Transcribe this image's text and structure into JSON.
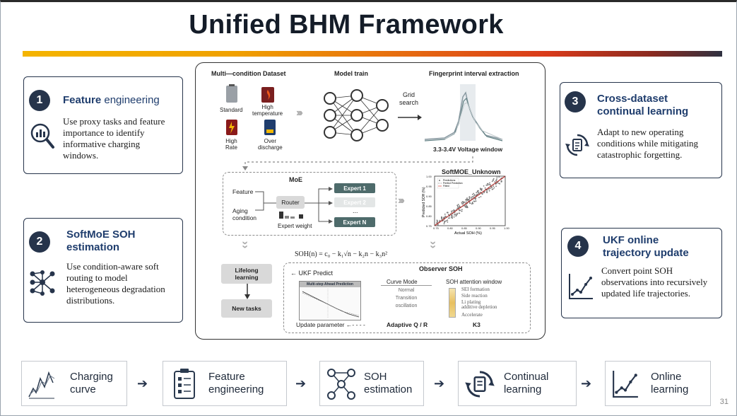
{
  "title": "Unified BHM Framework",
  "cards": [
    {
      "num": "1",
      "title_bold": "Feature",
      "title_rest": " engineering",
      "body": "Use proxy tasks and feature importance to identify informative charging windows.",
      "icon": "magnifier-chart-icon"
    },
    {
      "num": "2",
      "title_bold": "SoftMoE SOH",
      "title_rest": "estimation",
      "body": "Use condition-aware soft routing to model heterogeneous degradation distributions.",
      "icon": "network-graph-icon"
    },
    {
      "num": "3",
      "title_bold": "Cross-dataset",
      "title_rest": "continual learning",
      "body": "Adapt to new operating conditions while mitigating catastrophic forgetting.",
      "icon": "cycle-clipboard-icon"
    },
    {
      "num": "4",
      "title_bold": "UKF online",
      "title_rest": "trajectory update",
      "body": "Convert point SOH observations into recursively updated life trajectories.",
      "icon": "trend-chart-icon"
    }
  ],
  "center": {
    "h_dataset": "Multi—condition Dataset",
    "h_model": "Model train",
    "h_finger": "Fingerprint interval extraction",
    "conds": [
      "Standard",
      "High\ntemperature",
      "High\nRate",
      "Over\ndischarge"
    ],
    "grid": "Grid\nsearch",
    "voltage": "3.3-3.4V Voltage window",
    "moe": "MoE",
    "feature": "Feature",
    "aging": "Aging\ncondition",
    "router": "Router",
    "expert_weight": "Expert weight",
    "experts": [
      "Expert 1",
      "Expert 2",
      "Expert N"
    ],
    "dots": "...",
    "softmoe_title": "SoftMOE_Unknown",
    "ylabel": "Predicted SOH (%)",
    "xlabel": "Actual SOH (%)",
    "legend": [
      "Predictions",
      "Perfect Prediction",
      "Fitted"
    ],
    "xticks": [
      "0.75",
      "0.80",
      "0.85",
      "0.90",
      "0.95",
      "1.00"
    ],
    "yticks": [
      "1.00",
      "0.95",
      "0.90",
      "0.85",
      "0.80",
      "0.75"
    ],
    "formula": "SOH(n) = c₀ − k₁√n − k₂n − k₃n²",
    "lifelong": "Lifelong\nlearning",
    "newtasks": "New tasks",
    "ukf_predict": "UKF Predict",
    "multistep": "Multi-step Ahead Prediction",
    "observer": "Observer SOH",
    "curve_mode": "Curve Mode",
    "modes": [
      "Normal",
      "Transition",
      "oscillation"
    ],
    "attn": "SOH attention window",
    "attn_items": [
      "SEI formation",
      "Side reaction",
      "Li plating\nadditive depletion",
      "Accelerate"
    ],
    "update_param": "Update parameter",
    "adaptive": "Adaptive Q / R",
    "k3": "K3"
  },
  "steps": [
    {
      "label": "Charging\ncurve",
      "icon": "curve-icon"
    },
    {
      "label": "Feature\nengineering",
      "icon": "clipboard-checklist-icon"
    },
    {
      "label": "SOH\nestimation",
      "icon": "network-node-icon"
    },
    {
      "label": "Continual\nlearning",
      "icon": "cycle-clipboard-icon"
    },
    {
      "label": "Online\nlearning",
      "icon": "trend-chart-icon"
    }
  ],
  "page_number": "31",
  "colors": {
    "navy": "#26344b",
    "title_blue": "#1f3d6d",
    "teal": "#4e6b6b"
  }
}
